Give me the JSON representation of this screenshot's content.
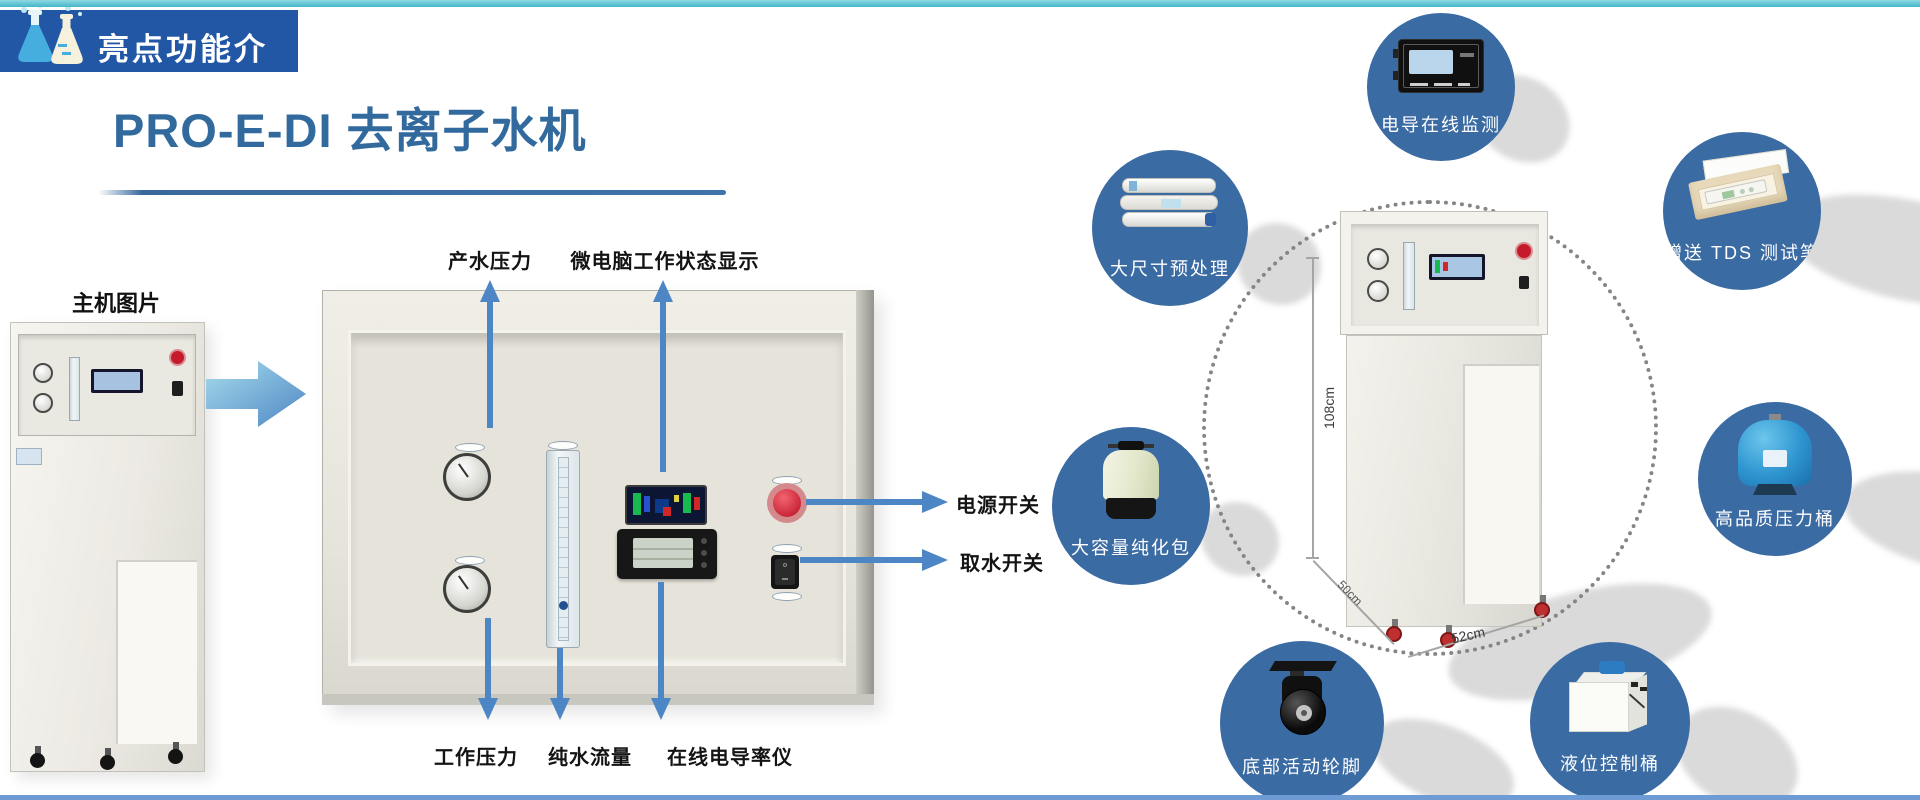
{
  "colors": {
    "top_bar": "#43b7c9",
    "bottom_bar": "#6f9bd4",
    "badge_bg": "#2257a5",
    "title_blue": "#336a9e",
    "feature_circle": "#3b6ba3",
    "callout_arrow": "#4d86c4"
  },
  "header": {
    "badge_label": "亮点功能介绍",
    "title": "PRO-E-DI 去离子水机"
  },
  "left_unit": {
    "caption": "主机图片"
  },
  "panel_callouts": {
    "produced_water_pressure": "产水压力",
    "mcu_status_display": "微电脑工作状态显示",
    "power_switch": "电源开关",
    "water_outlet_switch": "取水开关",
    "working_pressure": "工作压力",
    "pure_water_flow": "纯水流量",
    "online_conductivity_meter": "在线电导率仪"
  },
  "dimensions": {
    "height": "108cm",
    "depth": "50cm",
    "width": "52cm"
  },
  "features": [
    {
      "label": "电导在线监测",
      "icon": "conductivity-monitor-icon"
    },
    {
      "label": "赠送 TDS 测试笔",
      "icon": "tds-pen-icon"
    },
    {
      "label": "大尺寸预处理",
      "icon": "filter-cartridges-icon"
    },
    {
      "label": "大容量纯化包",
      "icon": "purification-pack-icon"
    },
    {
      "label": "高品质压力桶",
      "icon": "pressure-tank-icon"
    },
    {
      "label": "底部活动轮脚",
      "icon": "caster-wheel-icon"
    },
    {
      "label": "液位控制桶",
      "icon": "level-control-tank-icon"
    }
  ]
}
